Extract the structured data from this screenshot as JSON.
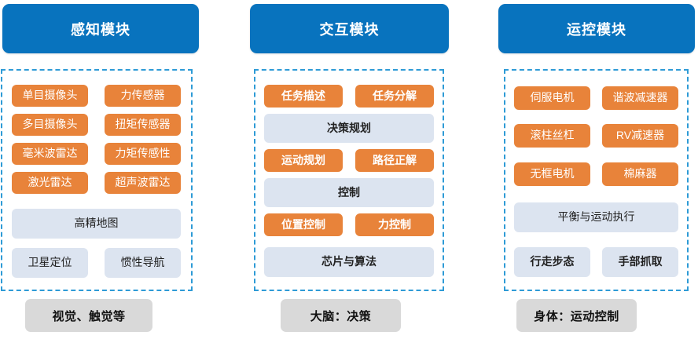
{
  "diagram": {
    "type": "three-column-module-architecture",
    "colors": {
      "header_blue": "#0873BE",
      "orange_chip": "#E8833A",
      "light_blue_chip": "#DCE4F0",
      "dashed_border": "#2E9BD6",
      "footer_gray": "#D9D9D9",
      "background": "#FFFFFF"
    },
    "columns": [
      {
        "id": "perception",
        "header": "感知模块",
        "footer": "视觉、触觉等",
        "rows": [
          {
            "layout": "two",
            "items": [
              {
                "label": "单目摄像头",
                "style": "orange"
              },
              {
                "label": "力传感器",
                "style": "orange"
              }
            ]
          },
          {
            "layout": "two",
            "items": [
              {
                "label": "多目摄像头",
                "style": "orange"
              },
              {
                "label": "扭矩传感器",
                "style": "orange"
              }
            ]
          },
          {
            "layout": "two",
            "items": [
              {
                "label": "毫米波雷达",
                "style": "orange"
              },
              {
                "label": "力矩传感性",
                "style": "orange"
              }
            ]
          },
          {
            "layout": "two",
            "items": [
              {
                "label": "激光雷达",
                "style": "orange"
              },
              {
                "label": "超声波雷达",
                "style": "orange"
              }
            ]
          },
          {
            "layout": "one",
            "items": [
              {
                "label": "高精地图",
                "style": "blue"
              }
            ]
          },
          {
            "layout": "two",
            "items": [
              {
                "label": "卫星定位",
                "style": "blue"
              },
              {
                "label": "惯性导航",
                "style": "blue"
              }
            ]
          }
        ]
      },
      {
        "id": "interaction",
        "header": "交互模块",
        "footer": "大脑：决策",
        "rows": [
          {
            "layout": "two",
            "items": [
              {
                "label": "任务描述",
                "style": "orange",
                "bold": true
              },
              {
                "label": "任务分解",
                "style": "orange",
                "bold": true
              }
            ]
          },
          {
            "layout": "one",
            "items": [
              {
                "label": "决策规划",
                "style": "blue",
                "bold": true
              }
            ]
          },
          {
            "layout": "two",
            "items": [
              {
                "label": "运动规划",
                "style": "orange",
                "bold": true
              },
              {
                "label": "路径正解",
                "style": "orange",
                "bold": true
              }
            ]
          },
          {
            "layout": "one",
            "items": [
              {
                "label": "控制",
                "style": "blue",
                "bold": true
              }
            ]
          },
          {
            "layout": "two",
            "items": [
              {
                "label": "位置控制",
                "style": "orange",
                "bold": true
              },
              {
                "label": "力控制",
                "style": "orange",
                "bold": true
              }
            ]
          },
          {
            "layout": "one",
            "items": [
              {
                "label": "芯片与算法",
                "style": "blue",
                "bold": true
              }
            ]
          }
        ]
      },
      {
        "id": "motion-control",
        "header": "运控模块",
        "footer": "身体：运动控制",
        "rows": [
          {
            "layout": "two",
            "items": [
              {
                "label": "伺服电机",
                "style": "orange"
              },
              {
                "label": "谐波减速器",
                "style": "orange"
              }
            ]
          },
          {
            "layout": "two",
            "items": [
              {
                "label": "滚柱丝杠",
                "style": "orange"
              },
              {
                "label": "RV减速器",
                "style": "orange"
              }
            ]
          },
          {
            "layout": "two",
            "items": [
              {
                "label": "无框电机",
                "style": "orange"
              },
              {
                "label": "棉麻器",
                "style": "orange"
              }
            ]
          },
          {
            "layout": "one",
            "items": [
              {
                "label": "平衡与运动执行",
                "style": "blue"
              }
            ]
          },
          {
            "layout": "two",
            "items": [
              {
                "label": "行走步态",
                "style": "blue",
                "bold": true
              },
              {
                "label": "手部抓取",
                "style": "blue",
                "bold": true
              }
            ]
          }
        ]
      }
    ]
  }
}
